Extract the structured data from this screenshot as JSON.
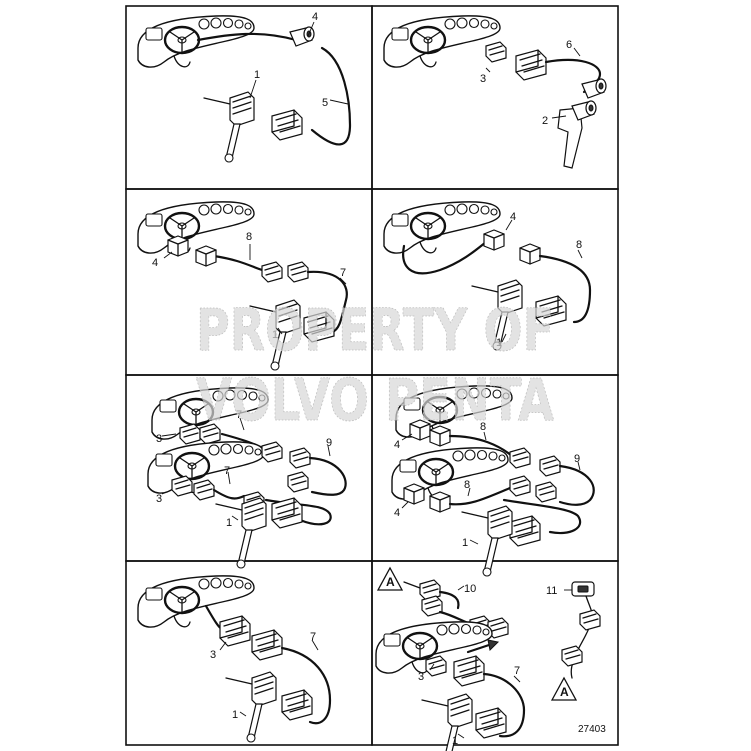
{
  "watermark": {
    "line1": "PROPERTY OF",
    "line2": "VOLVO PENTA"
  },
  "panels": [
    {
      "labels": [
        "4",
        "1",
        "5"
      ]
    },
    {
      "labels": [
        "6",
        "3",
        "2"
      ]
    },
    {
      "labels": [
        "8",
        "4",
        "7",
        "1"
      ]
    },
    {
      "labels": [
        "4",
        "8",
        "1"
      ]
    },
    {
      "labels": [
        "7",
        "3",
        "7",
        "3",
        "9",
        "1"
      ]
    },
    {
      "labels": [
        "8",
        "4",
        "9",
        "8",
        "4",
        "1"
      ]
    },
    {
      "labels": [
        "3",
        "7",
        "1"
      ]
    },
    {
      "labels": [
        "A",
        "10",
        "11",
        "3",
        "7",
        "A",
        "1"
      ]
    }
  ],
  "reference_number": "27403"
}
